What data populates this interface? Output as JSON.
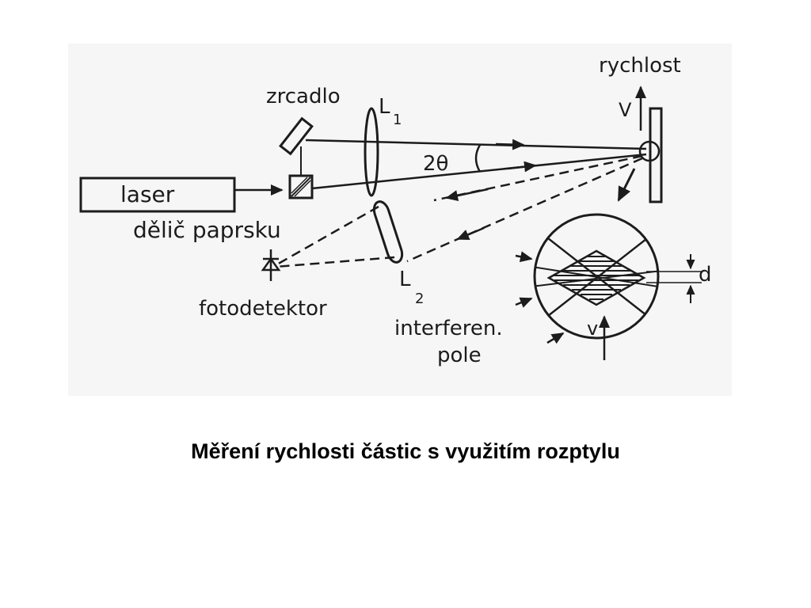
{
  "diagram": {
    "labels": {
      "mirror": "zrcadlo",
      "lens1": "L",
      "lens1_sub": "1",
      "angle": "2θ",
      "velocity_top": "rychlost",
      "v_symbol": "V",
      "laser": "laser",
      "beam_splitter": "dělič paprsku",
      "photodetector": "fotodetektor",
      "lens2": "L",
      "lens2_sub": "2",
      "fringe_spacing": "d",
      "interference_line1": "interferen.",
      "interference_line2": "pole",
      "v_small": "v"
    }
  },
  "caption": "Měření rychlosti částic s využitím rozptylu"
}
